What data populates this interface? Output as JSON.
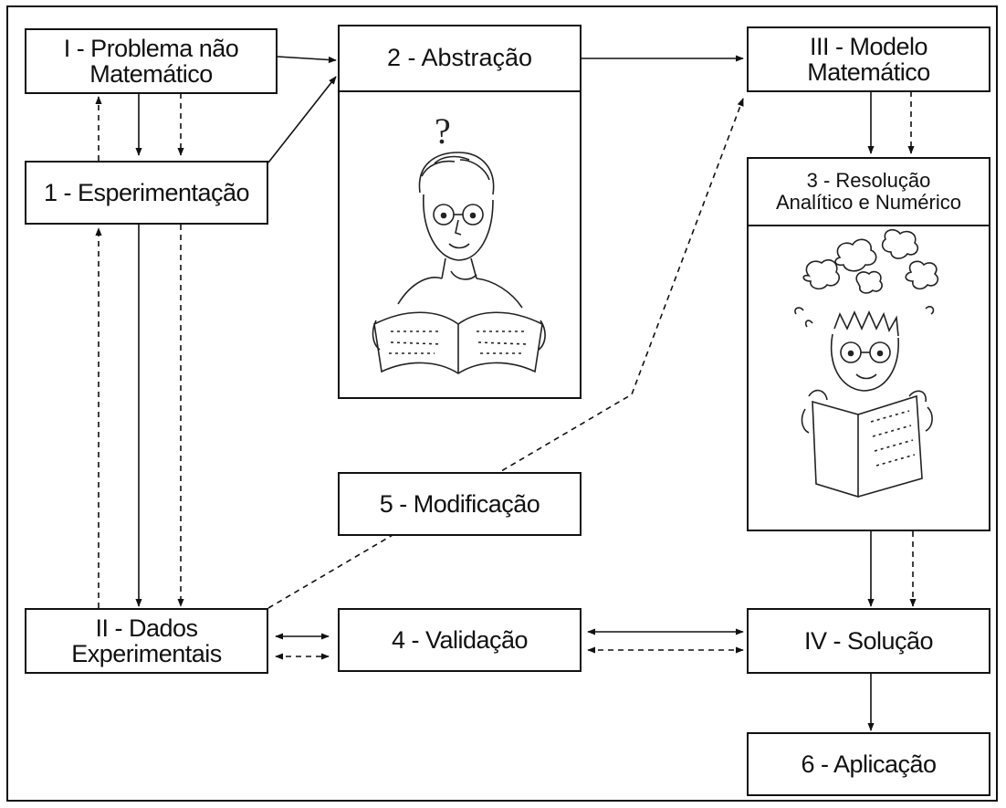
{
  "diagram": {
    "problema": [
      "I - Problema não",
      "Matemático"
    ],
    "experimentacao": "1 - Esperimentação",
    "abstracao": "2 - Abstração",
    "modelo": [
      "III - Modelo",
      "Matemático"
    ],
    "resolucao": [
      "3 - Resolução",
      "Analítico e Numérico"
    ],
    "modificacao": "5 - Modificação",
    "dados": [
      "II - Dados",
      "Experimentais"
    ],
    "validacao": "4 - Validação",
    "solucao": "IV - Solução",
    "aplicacao": "6 - Aplicação",
    "question_mark": "?"
  }
}
